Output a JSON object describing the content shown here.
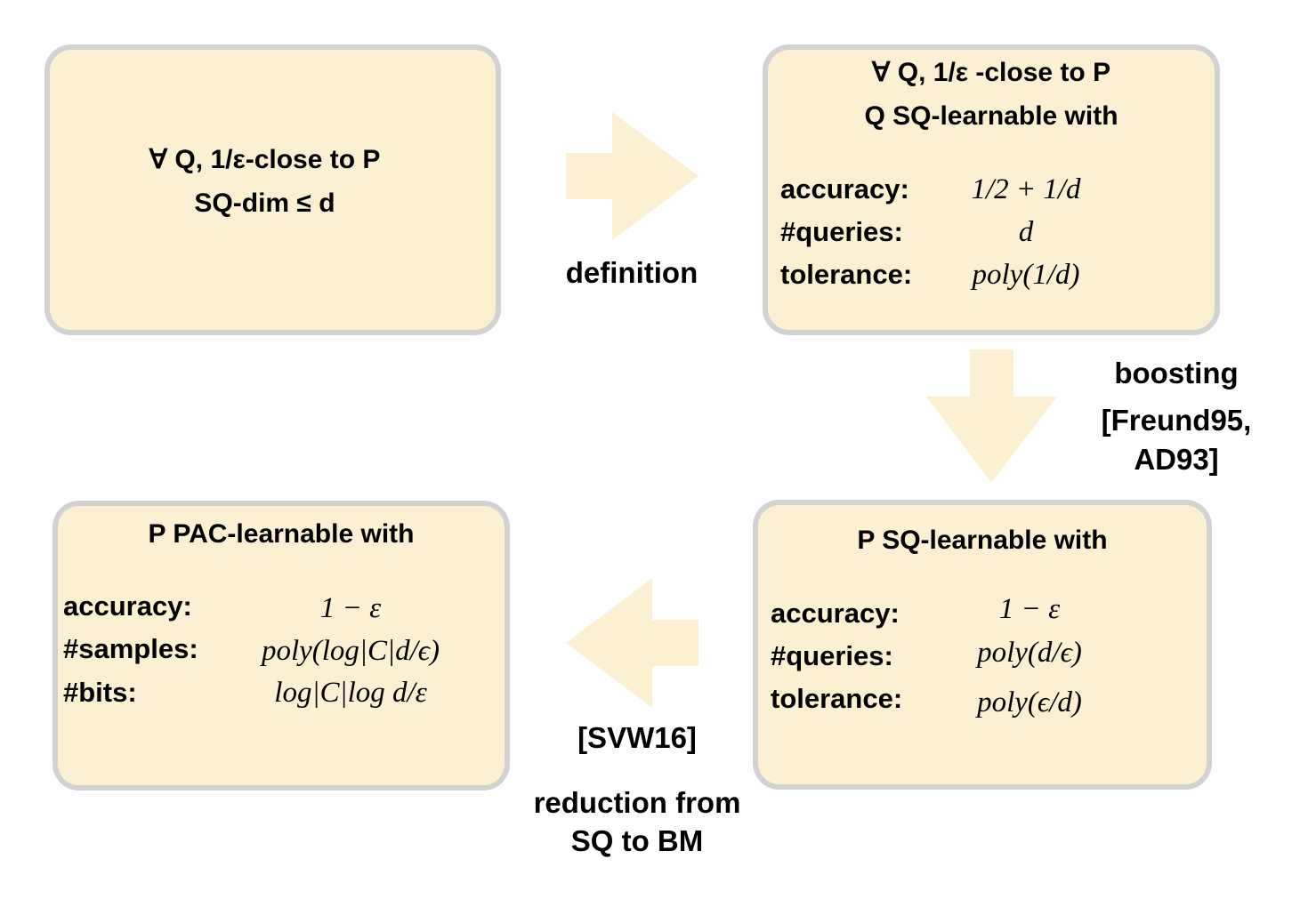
{
  "box1": {
    "line1": "∀ Q, 1/ε-close to P",
    "line2": "SQ-dim ≤ d"
  },
  "box2": {
    "line1": "∀ Q, 1/ε -close to P",
    "line2": "Q SQ-learnable with",
    "rows": [
      {
        "label": "accuracy:",
        "value": "1/2 + 1/d"
      },
      {
        "label": "#queries:",
        "value": "d"
      },
      {
        "label": "tolerance:",
        "value": "poly(1/d)"
      }
    ]
  },
  "box3": {
    "title": "P SQ-learnable with",
    "rows": [
      {
        "label": "accuracy:",
        "value": "1 − ε"
      },
      {
        "label": "#queries:",
        "value": "poly(d/ϵ)"
      },
      {
        "label": "tolerance:",
        "value": "poly(ϵ/d)"
      }
    ]
  },
  "box4": {
    "title": "P PAC-learnable with",
    "rows": [
      {
        "label": "accuracy:",
        "value": "1 − ε"
      },
      {
        "label": "#samples:",
        "value": "poly(log|C|d/ϵ)"
      },
      {
        "label": "#bits:",
        "value": "log|C|log d/ε"
      }
    ]
  },
  "arrows": {
    "definition": "definition",
    "boosting": [
      "boosting",
      "[Freund95,",
      "AD93]"
    ],
    "reduction": [
      "[SVW16]",
      "reduction from",
      "SQ to BM"
    ]
  },
  "colors": {
    "box_fill": "#fcf0d2",
    "box_border": "#d2d2d2",
    "arrow_fill": "#fcf0d2"
  }
}
